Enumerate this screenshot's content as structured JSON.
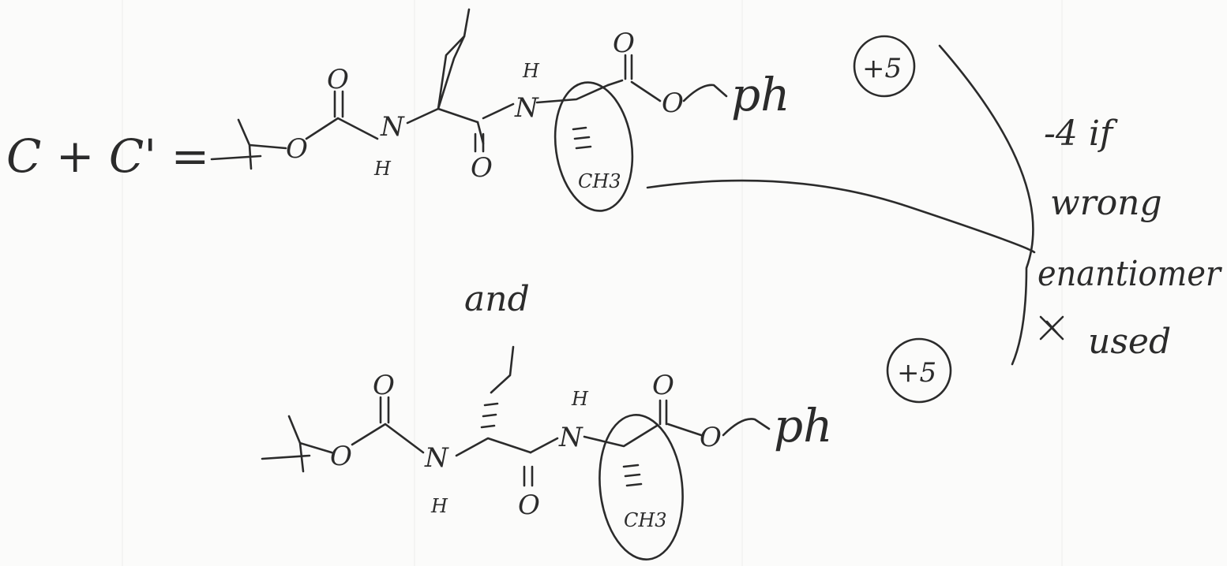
{
  "header": {
    "label": "C + C' ="
  },
  "structure_top": {
    "atoms": {
      "o_carbonyl_1": "O",
      "o_ester_1": "O",
      "n_1": "N",
      "h_1": "H",
      "o_amide": "O",
      "n_2": "N",
      "h_2": "H",
      "o_carbonyl_2": "O",
      "o_ester_2": "O",
      "group": "ph",
      "methyl": "CH3"
    },
    "score": "+5"
  },
  "conjunction": "and",
  "structure_bottom": {
    "atoms": {
      "o_carbonyl_1": "O",
      "o_ester_1": "O",
      "n_1": "N",
      "h_1": "H",
      "o_amide": "O",
      "n_2": "N",
      "h_2": "H",
      "o_carbonyl_2": "O",
      "o_ester_2": "O",
      "group": "ph",
      "methyl": "CH3"
    },
    "score": "+5"
  },
  "comment": {
    "line1": "-4 if",
    "line2": "wrong",
    "line3": "enantiomer",
    "line4": "used"
  }
}
